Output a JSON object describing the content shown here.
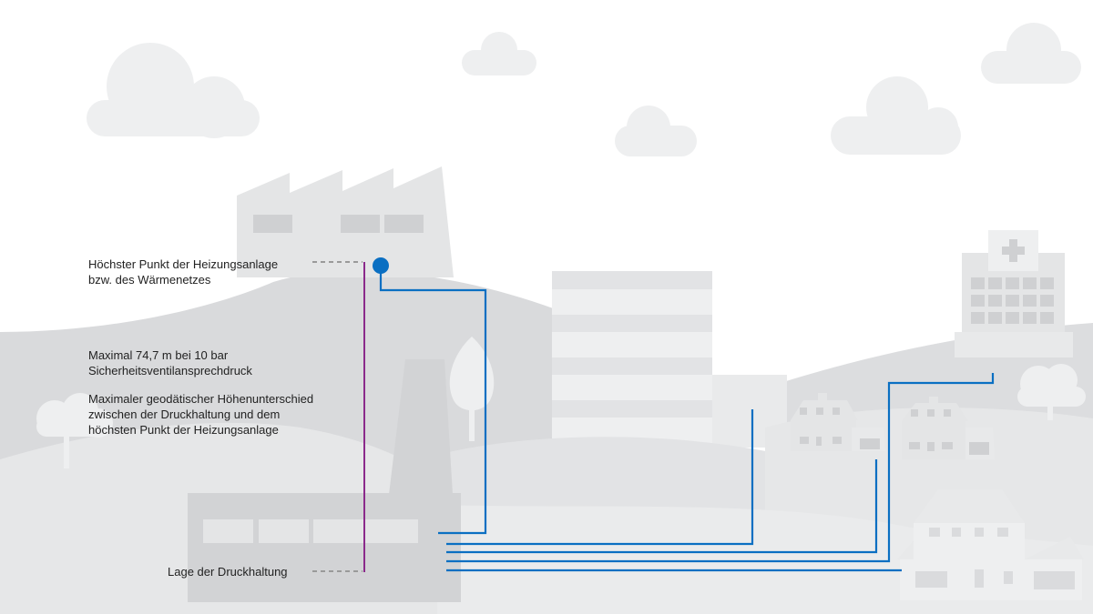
{
  "annotations": {
    "highest_point": {
      "line1": "Höchster Punkt der Heizungsanlage",
      "line2": "bzw. des Wärmenetzes"
    },
    "max_height": {
      "line1": "Maximal 74,7 m bei 10 bar",
      "line2": "Sicherheitsventilansprechdruck"
    },
    "geodetic_difference": {
      "line1": "Maximaler geodätischer Höhenunterschied",
      "line2": "zwischen der Druckhaltung und dem",
      "line3": "höchsten Punkt der Heizungsanlage"
    },
    "pressure_position": {
      "line1": "Lage der Druckhaltung"
    }
  },
  "colors": {
    "pipe": "#0a6fc2",
    "height_marker": "#8b2a8b",
    "dashed_leader": "#9a9a9a",
    "cloud": "#eeeff0",
    "hill_back": "#d9dadc",
    "hill_front": "#e6e7e8",
    "building": "#e4e5e6",
    "window": "#cfd0d2"
  },
  "icons": {
    "hospital_cross": "hospital-cross-icon",
    "highest_point_marker": "circle-marker-icon"
  }
}
